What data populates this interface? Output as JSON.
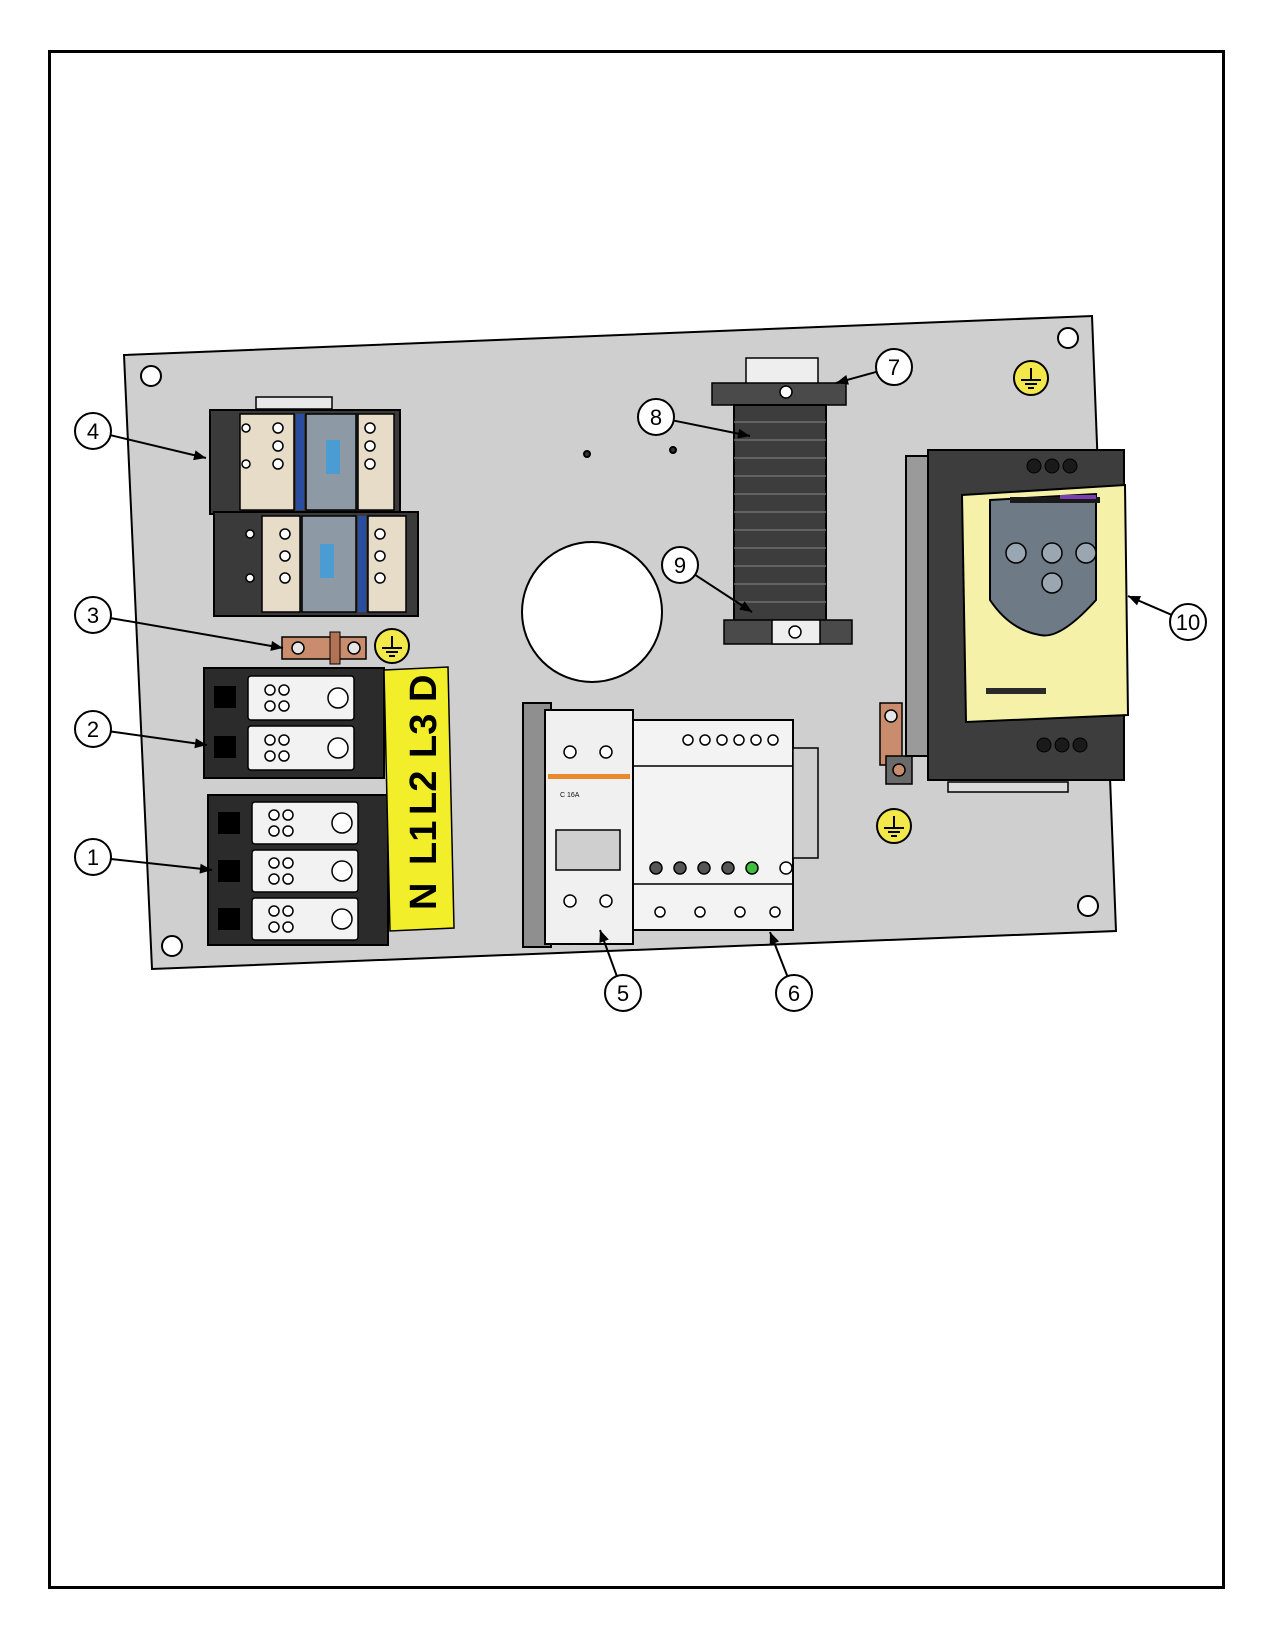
{
  "colors": {
    "panel": "#cfcfcf",
    "label_strip": "#f2ef2a",
    "drive_body": "#f5f1a8",
    "copper": "#c98d6e",
    "ground_badge": "#f3e84a"
  },
  "label_strip": {
    "labels": [
      "N",
      "L1",
      "L2",
      "L3",
      "D"
    ]
  },
  "callouts": [
    {
      "number": "1",
      "part": "terminal-block-1"
    },
    {
      "number": "2",
      "part": "terminal-block-2"
    },
    {
      "number": "3",
      "part": "copper-link"
    },
    {
      "number": "4",
      "part": "contactors"
    },
    {
      "number": "5",
      "part": "circuit-breaker"
    },
    {
      "number": "6",
      "part": "control-module"
    },
    {
      "number": "7",
      "part": "terminal-rail-end"
    },
    {
      "number": "8",
      "part": "terminal-strip"
    },
    {
      "number": "9",
      "part": "terminal-rail-clamp"
    },
    {
      "number": "10",
      "part": "soft-starter"
    }
  ],
  "breaker_label": "C 16A",
  "icons": [
    "ground-symbol-icon",
    "mounting-hole-icon"
  ]
}
